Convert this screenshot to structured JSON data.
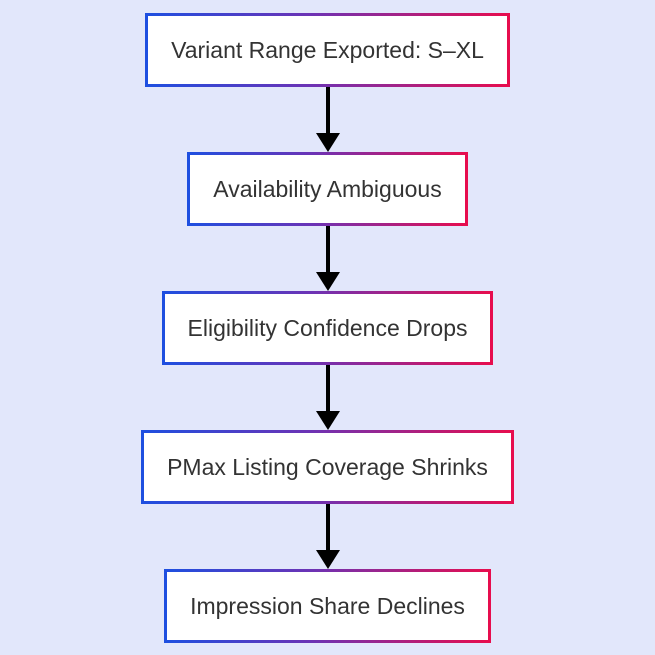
{
  "flowchart": {
    "nodes": [
      {
        "label": "Variant Range Exported: S–XL"
      },
      {
        "label": "Availability Ambiguous"
      },
      {
        "label": "Eligibility Confidence Drops"
      },
      {
        "label": "PMax Listing Coverage Shrinks"
      },
      {
        "label": "Impression Share Declines"
      }
    ],
    "connector": "down-arrow",
    "colors": {
      "background": "#e2e7fb",
      "node_fill": "#ffffff",
      "text": "#333333",
      "arrow": "#000000",
      "border_gradient_start": "#1e4fe0",
      "border_gradient_mid": "#6c33b5",
      "border_gradient_end": "#e70d4e"
    }
  }
}
